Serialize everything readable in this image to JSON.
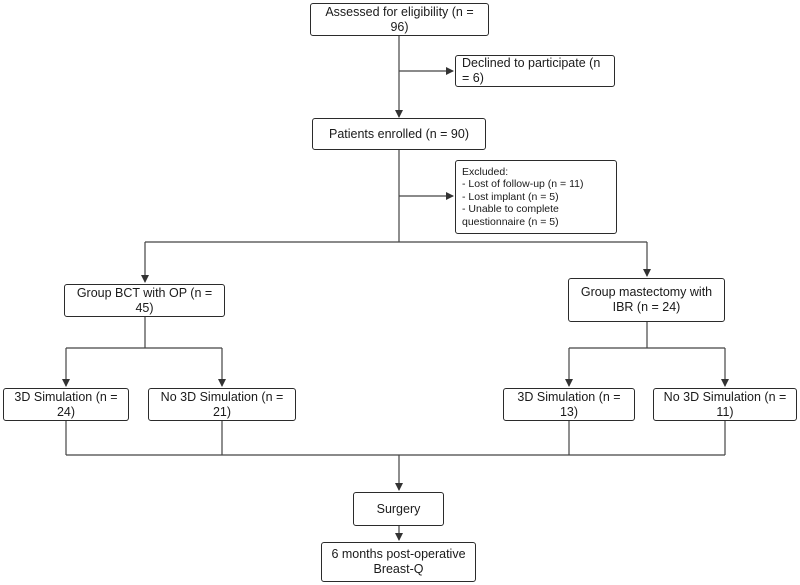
{
  "flowchart": {
    "assessed": "Assessed for eligibility (n = 96)",
    "declined": "Declined to participate (n = 6)",
    "enrolled": "Patients enrolled (n = 90)",
    "excluded": {
      "title": "Excluded:",
      "items": [
        "- Lost of follow-up (n = 11)",
        "- Lost implant (n = 5)",
        "- Unable to complete",
        "questionnaire (n = 5)"
      ]
    },
    "group_bct": "Group BCT with OP (n = 45)",
    "group_mastectomy": {
      "line1": "Group mastectomy with",
      "line2": "IBR (n = 24)"
    },
    "bct_sim": "3D Simulation (n = 24)",
    "bct_nosim": "No 3D Simulation (n = 21)",
    "mast_sim": "3D Simulation (n = 13)",
    "mast_nosim": "No 3D Simulation (n = 11)",
    "surgery": "Surgery",
    "postop": {
      "line1": "6 months post-operative",
      "line2": "Breast-Q"
    }
  }
}
